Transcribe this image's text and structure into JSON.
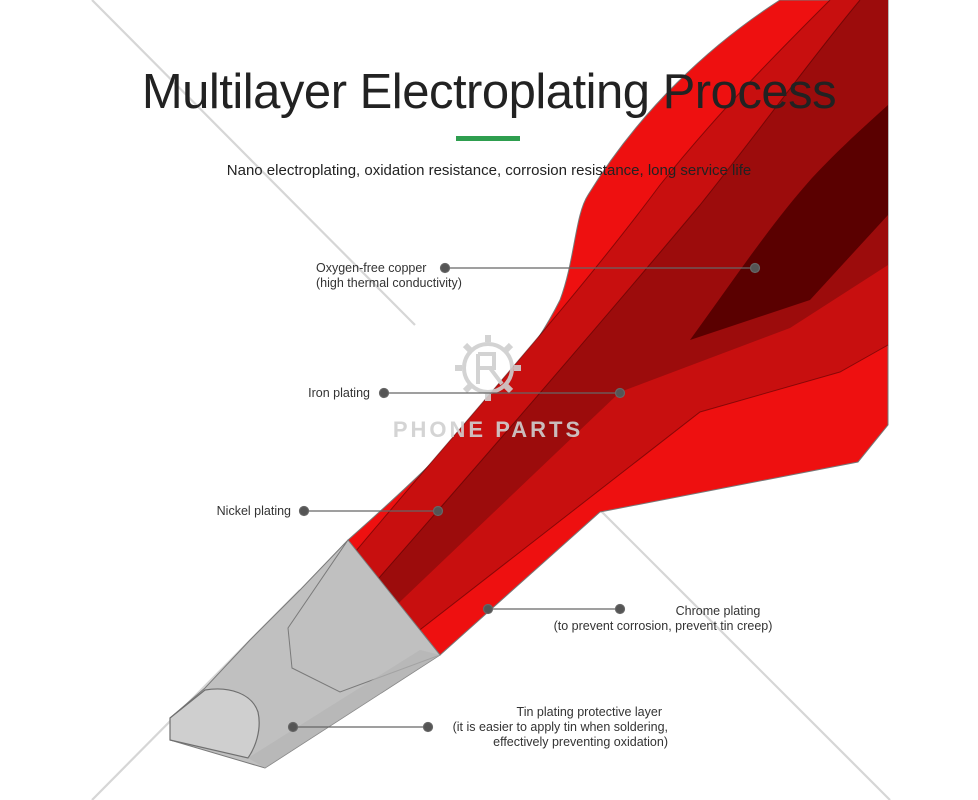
{
  "title": "Multilayer Electroplating Process",
  "subtitle": "Nano electroplating, oxidation resistance, corrosion resistance, long service life",
  "colors": {
    "accent": "#2e9e4f",
    "outer_layer": "#ee1010",
    "middle_layer": "#c80f0f",
    "inner_layer": "#9c0c0c",
    "core": "#5a0000",
    "tip": "#c0c0c0"
  },
  "watermark": {
    "text": "PHONE PARTS",
    "icon": "gear-logo-icon"
  },
  "labels": {
    "copper": {
      "line1": "Oxygen-free copper",
      "line2": "(high thermal conductivity)"
    },
    "iron": {
      "line1": "Iron plating"
    },
    "nickel": {
      "line1": "Nickel plating"
    },
    "chrome": {
      "line1": "Chrome plating",
      "line2": "(to prevent corrosion, prevent tin creep)"
    },
    "tin": {
      "line1": "Tin plating protective layer",
      "line2": "(it is easier to apply tin when soldering,",
      "line3": "effectively preventing oxidation)"
    }
  }
}
